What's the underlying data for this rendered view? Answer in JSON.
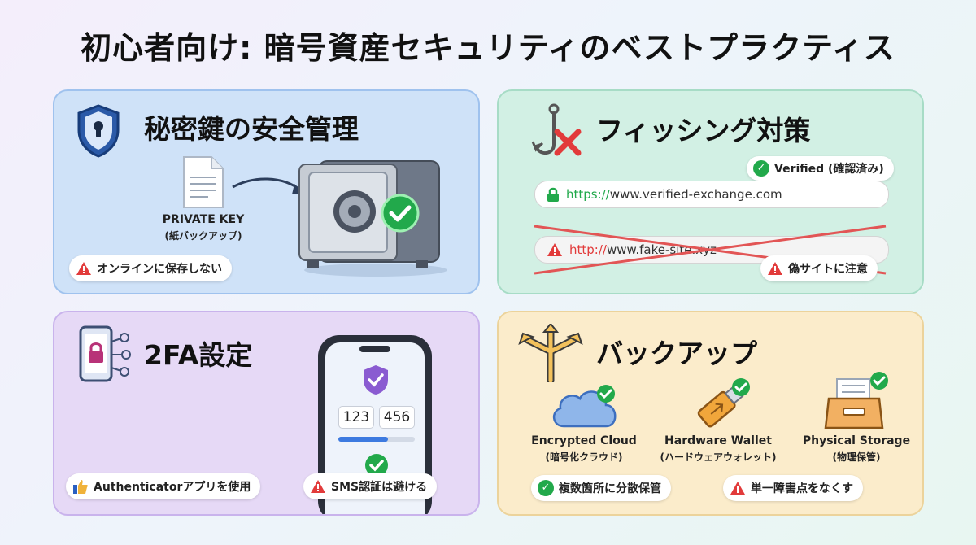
{
  "title": "初心者向け: 暗号資産セキュリティのベストプラクティス",
  "colors": {
    "check": "#22a94b",
    "warn": "#e23b3b",
    "blue": "#2a5fc1"
  },
  "private_key": {
    "title": "秘密鍵の安全管理",
    "paper_label_1": "PRIVATE KEY",
    "paper_label_2": "(紙バックアップ)",
    "warning": "オンラインに保存しない",
    "icons": [
      "shield-keyhole-icon",
      "document-icon",
      "safe-icon",
      "check-icon"
    ]
  },
  "phishing": {
    "title": "フィッシング対策",
    "verified_badge": "Verified (確認済み)",
    "good_url_scheme": "https://",
    "good_url_rest": "www.verified-exchange.com",
    "bad_url_scheme": "http://",
    "bad_url_rest": "www.fake-site.xyz",
    "warning": "偽サイトに注意",
    "icons": [
      "fishhook-x-icon",
      "lock-icon",
      "warning-icon"
    ]
  },
  "twofa": {
    "title": "2FA設定",
    "code_1": "123",
    "code_2": "456",
    "progress": 0.65,
    "tip_good": "Authenticatorアプリを使用",
    "tip_bad": "SMS認証は避ける",
    "icons": [
      "phone-lock-icon",
      "shield-check-icon",
      "thumbs-up-icon"
    ]
  },
  "backup": {
    "title": "バックアップ",
    "options": [
      {
        "name": "Encrypted Cloud",
        "sub": "(暗号化クラウド)",
        "icon": "cloud-icon"
      },
      {
        "name": "Hardware Wallet",
        "sub": "(ハードウェアウォレット)",
        "icon": "usb-wallet-icon"
      },
      {
        "name": "Physical Storage",
        "sub": "(物理保管)",
        "icon": "storage-box-icon"
      }
    ],
    "tip_good": "複数箇所に分散保管",
    "tip_bad": "単一障害点をなくす"
  }
}
